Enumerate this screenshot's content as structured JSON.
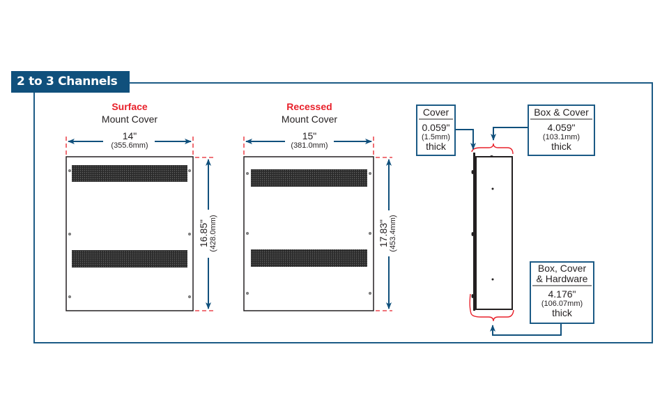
{
  "section_title": "2 to 3 Channels",
  "colors": {
    "brand_blue": "#10507c",
    "frame_blue": "#1b5a85",
    "accent_red": "#e8202a",
    "outline": "#231f20"
  },
  "surface": {
    "title_accent": "Surface",
    "title_rest": "Mount Cover",
    "width_in": "14\"",
    "width_mm": "(355.6mm)",
    "height_in": "16.85\"",
    "height_mm": "(428.0mm)"
  },
  "recessed": {
    "title_accent": "Recessed",
    "title_rest": "Mount Cover",
    "width_in": "15\"",
    "width_mm": "(381.0mm)",
    "height_in": "17.83\"",
    "height_mm": "(453.4mm)"
  },
  "side_view": {
    "cover": {
      "label": "Cover",
      "value": "0.059\"",
      "mm": "(1.5mm)",
      "suffix": "thick"
    },
    "box_cover": {
      "label": "Box & Cover",
      "value": "4.059\"",
      "mm": "(103.1mm)",
      "suffix": "thick"
    },
    "box_cover_hw": {
      "label_line1": "Box, Cover",
      "label_line2": "& Hardware",
      "value": "4.176\"",
      "mm": "(106.07mm)",
      "suffix": "thick"
    }
  }
}
